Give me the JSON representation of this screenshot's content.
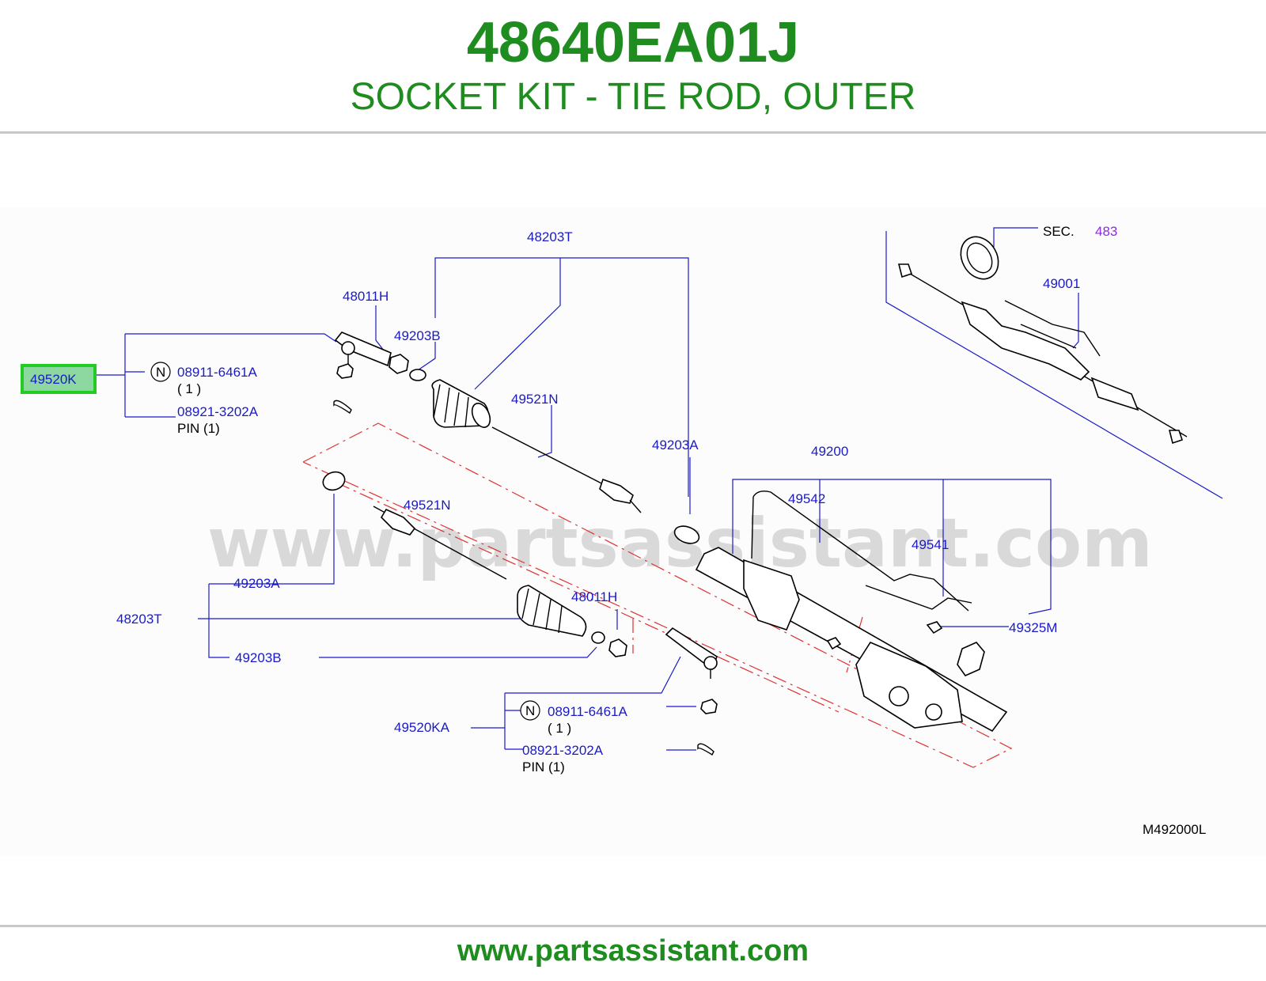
{
  "header": {
    "part_number": "48640EA01J",
    "part_name": "SOCKET KIT - TIE ROD, OUTER"
  },
  "diagram": {
    "watermark": "www.partsassistant.com",
    "diagram_code": "M492000L",
    "highlighted_label": "49520K",
    "labels": {
      "l_48203T_top": "48203T",
      "l_48011H_top": "48011H",
      "l_49203B_top": "49203B",
      "l_49521N_top": "49521N",
      "l_49203A_right": "49203A",
      "l_49200": "49200",
      "l_49542": "49542",
      "l_49541": "49541",
      "l_49325M": "49325M",
      "l_49001": "49001",
      "l_sec": "SEC.",
      "l_483": "483",
      "l_N_top": "N",
      "l_08911_top": "08911-6461A",
      "l_qty_top": "(   1   )",
      "l_08921_top": "08921-3202A",
      "l_pin_top": "PIN   (1)",
      "l_49521N_mid": "49521N",
      "l_49203A_left": "49203A",
      "l_48203T_left": "48203T",
      "l_48011H_mid": "48011H",
      "l_49203B_left": "49203B",
      "l_49520KA": "49520KA",
      "l_N_bottom": "N",
      "l_08911_bottom": "08911-6461A",
      "l_qty_bottom": "(   1   )",
      "l_08921_bottom": "08921-3202A",
      "l_pin_bottom": "PIN   (1)"
    }
  },
  "footer": {
    "url": "www.partsassistant.com"
  }
}
